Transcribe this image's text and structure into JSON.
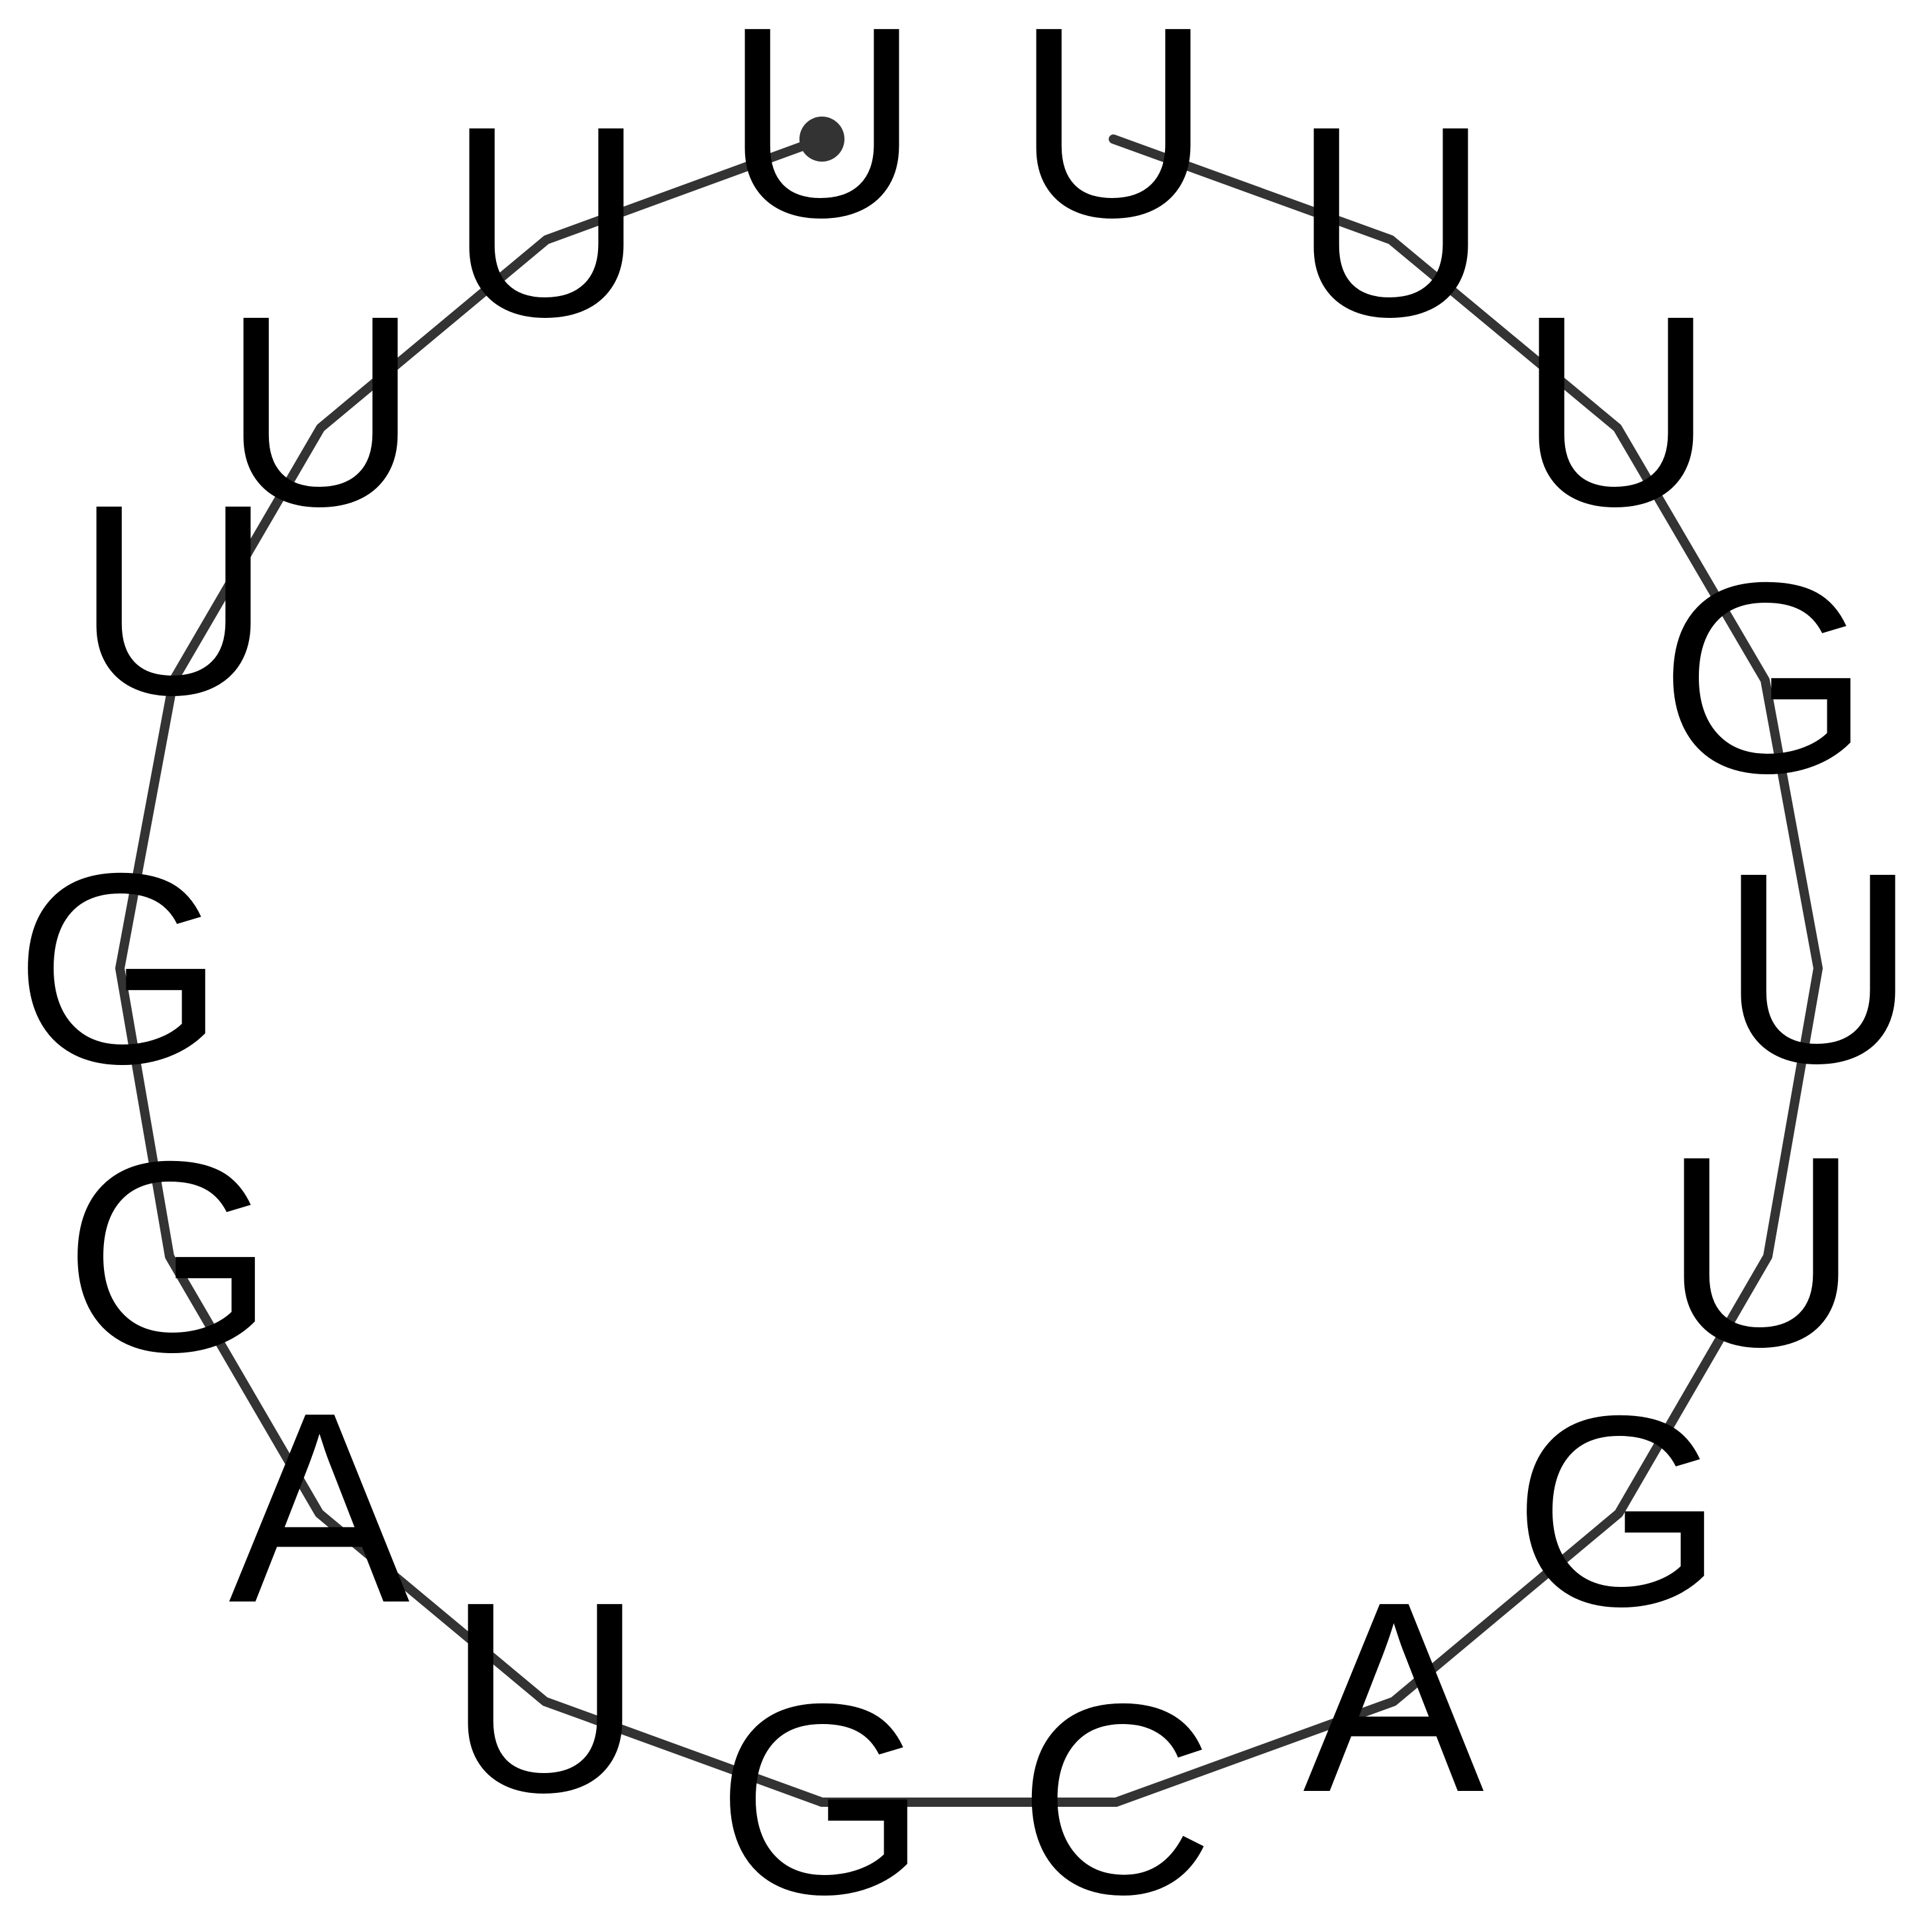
{
  "diagram": {
    "type": "rna-secondary-structure",
    "backbone_color": "#333333",
    "label_color": "#000000",
    "start_marker": "filled-circle",
    "sequence": [
      "U",
      "U",
      "U",
      "U",
      "G",
      "G",
      "A",
      "U",
      "G",
      "C",
      "A",
      "G",
      "U",
      "U",
      "G",
      "U",
      "U",
      "U"
    ]
  }
}
